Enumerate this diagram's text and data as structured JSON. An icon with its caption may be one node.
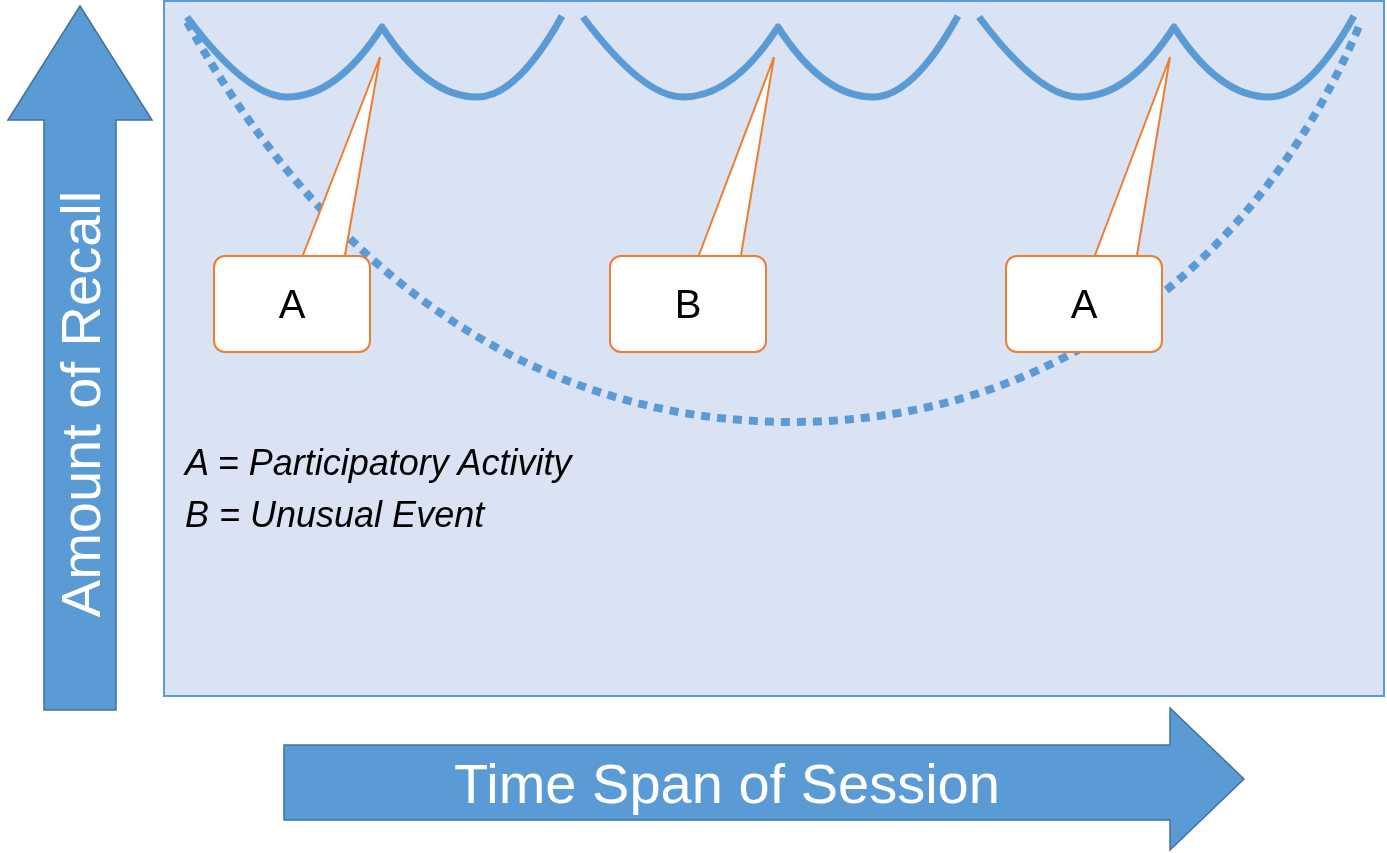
{
  "diagram": {
    "nodes": [
      {
        "text": [],
        "shape": "box"
      },
      {
        "text": [
          "A"
        ],
        "in": 0
      },
      {
        "text": [
          "B"
        ],
        "in": 0
      },
      {
        "text": [
          "A"
        ],
        "in": 0
      },
      {
        "text": [
          "Amount of Recall"
        ]
      },
      {
        "text": [
          "Time Span of Session"
        ]
      }
    ],
    "edges": [
      {
        "from": 1,
        "to": null,
        "arrow": "none"
      },
      {
        "from": 2,
        "to": null,
        "arrow": "none"
      },
      {
        "from": 3,
        "to": null,
        "arrow": "none"
      }
    ],
    "labels": [
      "A = Participatory Activity",
      "B = Unusual Event"
    ]
  }
}
